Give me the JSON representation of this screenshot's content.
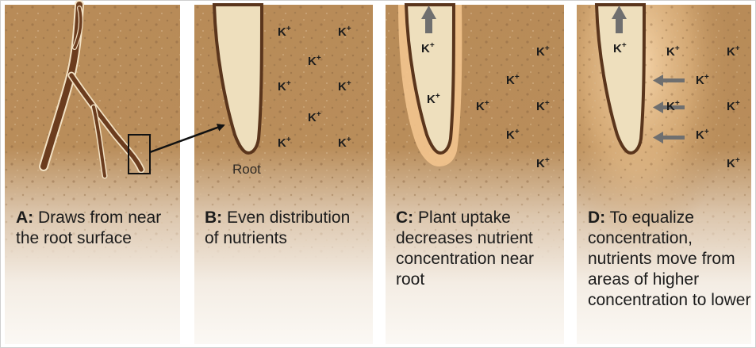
{
  "colors": {
    "soil": "#b98d5a",
    "soil_light": "#f6efe6",
    "root_fill": "#eedfbd",
    "root_outline": "#5a351c",
    "depleted_halo": "#f3c48e",
    "arrow_gray": "#6f6f6f",
    "branch_root": "#6b3c1e"
  },
  "icons": {
    "uptake_arrow": "arrow-up-icon",
    "inflow_arrow": "arrow-left-icon"
  },
  "ion_label": "K",
  "ion_charge": "+",
  "root_label": "Root",
  "panels": [
    {
      "letter": "A:",
      "caption": "Draws from near the root surface"
    },
    {
      "letter": "B:",
      "caption": "Even distribution of nutrients"
    },
    {
      "letter": "C:",
      "caption": "Plant uptake decreases nutrient concentration near root"
    },
    {
      "letter": "D:",
      "caption": "To equalize concentration, nutrients move from areas of higher concentration to lower"
    }
  ]
}
